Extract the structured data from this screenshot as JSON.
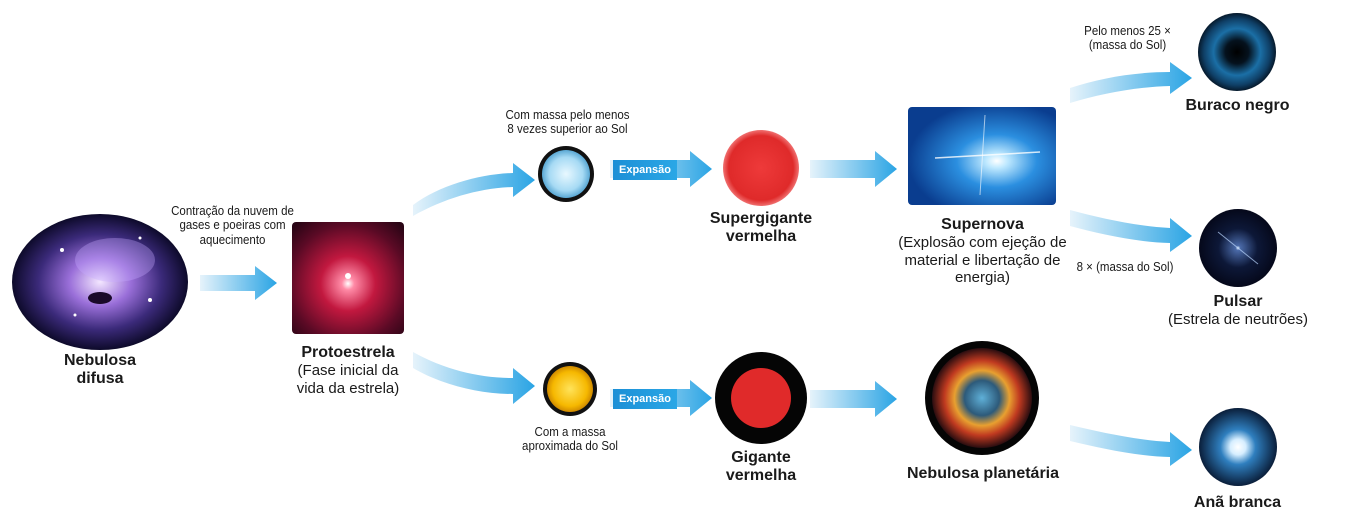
{
  "stages": {
    "nebulosa": {
      "name": "Nebulosa difusa"
    },
    "protoestrela": {
      "name": "Protoestrela",
      "desc": "(Fase inicial da vida da estrela)"
    },
    "supergigante": {
      "name": "Supergigante vermelha"
    },
    "supernova": {
      "name": "Supernova",
      "desc": "(Explosão com ejeção de material e libertação de energia)"
    },
    "buraco": {
      "name": "Buraco negro"
    },
    "pulsar": {
      "name": "Pulsar",
      "desc": "(Estrela de neutrões)"
    },
    "gigante": {
      "name": "Gigante vermelha"
    },
    "planetaria": {
      "name": "Nebulosa planetária"
    },
    "ana": {
      "name": "Anã branca"
    }
  },
  "notes": {
    "contracao": "Contração da nuvem de gases e poeiras com aquecimento",
    "massa_alta": "Com massa pelo menos 8 vezes superior ao Sol",
    "massa_sol": "Com a massa aproximada do Sol",
    "pelo_menos": "Pelo menos 25 × (massa do Sol)",
    "oito": "8 × (massa do Sol)"
  },
  "tags": {
    "expansao_top": "Expansão",
    "expansao_bottom": "Expansão"
  },
  "colors": {
    "arrow": "#2aa4e4",
    "arrow_light": "#d8eef9",
    "red_star": "#e02a2a",
    "yellow_star": "#f6b800"
  }
}
